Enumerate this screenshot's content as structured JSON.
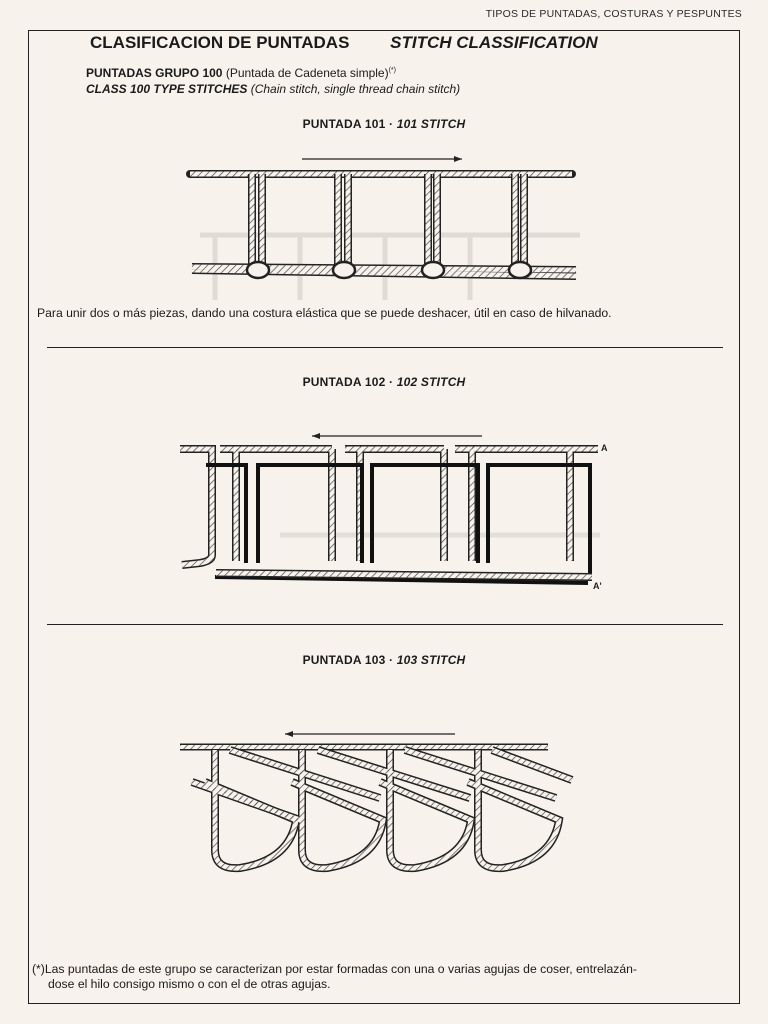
{
  "running_head": "TIPOS DE PUNTADAS, COSTURAS Y PESPUNTES",
  "title": {
    "es": "CLASIFICACION DE PUNTADAS",
    "en": "STITCH CLASSIFICATION"
  },
  "group": {
    "es_bold": "PUNTADAS GRUPO 100",
    "es_rest": " (Puntada de Cadeneta simple)",
    "es_mark": "(*)",
    "en_bold": "CLASS 100 TYPE STITCHES",
    "en_rest": " (Chain stitch, single thread chain stitch)"
  },
  "stitches": [
    {
      "title_es": "PUNTADA 101 · ",
      "title_en": "101 STITCH",
      "description": "Para unir dos o más piezas, dando una costura elástica que se puede deshacer, útil en caso de hilvanado."
    },
    {
      "title_es": "PUNTADA 102 · ",
      "title_en": "102 STITCH",
      "labels": [
        "A",
        "A'"
      ]
    },
    {
      "title_es": "PUNTADA 103 · ",
      "title_en": "103 STITCH"
    }
  ],
  "footnote": {
    "line1": "(*)Las puntadas de este grupo se caracterizan por estar formadas con una o varias agujas de coser, entrelazán-",
    "line2": "dose el hilo consigo mismo o con el de otras agujas."
  }
}
